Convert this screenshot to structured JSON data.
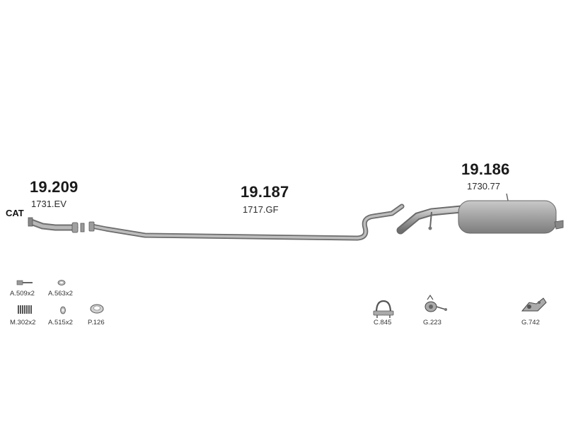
{
  "sections": [
    {
      "part_number": "19.209",
      "reference": "1731.EV",
      "prefix_label": "CAT"
    },
    {
      "part_number": "19.187",
      "reference": "1717.GF"
    },
    {
      "part_number": "19.186",
      "reference": "1730.77"
    }
  ],
  "accessories": [
    {
      "code": "A.509x2",
      "icon": "bolt-icon"
    },
    {
      "code": "A.563x2",
      "icon": "nut-icon"
    },
    {
      "code": "M.302x2",
      "icon": "spring-icon"
    },
    {
      "code": "A.515x2",
      "icon": "washer-icon"
    },
    {
      "code": "P.126",
      "icon": "gasket-ring-icon"
    },
    {
      "code": "C.845",
      "icon": "clamp-icon"
    },
    {
      "code": "G.223",
      "icon": "rubber-hanger-icon"
    },
    {
      "code": "G.742",
      "icon": "bracket-mount-icon"
    }
  ],
  "colors": {
    "metal": "#9a9a9a",
    "metal_dark": "#6f6f6f",
    "metal_light": "#c8c8c8"
  }
}
